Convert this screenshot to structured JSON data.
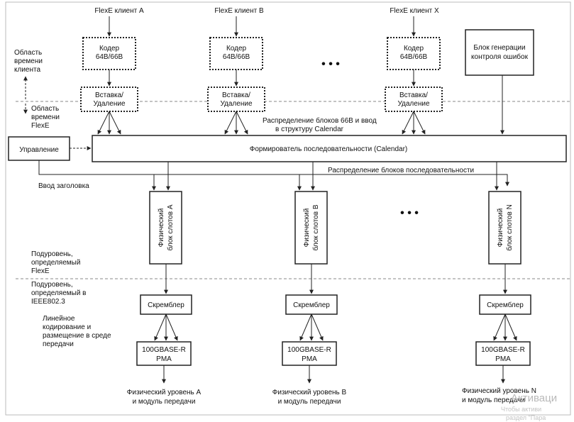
{
  "clients": {
    "a": "FlexE клиент A",
    "b": "FlexE клиент B",
    "x": "FlexE клиент X"
  },
  "encoder": {
    "line1": "Кодер",
    "line2": "64B/66B"
  },
  "insert": {
    "line1": "Вставка/",
    "line2": "Удаление"
  },
  "ellipsis": "• • •",
  "error_block": {
    "line1": "Блок генерации",
    "line2": "контроля ошибок"
  },
  "regions": {
    "client_time": [
      "Область",
      "времени",
      "клиента"
    ],
    "flexe_time": [
      "Область",
      "времени",
      "FlexE"
    ]
  },
  "distribution_66b": {
    "line1": "Распределение блоков 66B и ввод",
    "line2": "в структуру Calendar"
  },
  "control": "Управление",
  "calendar": "Формирователь последовательности (Calendar)",
  "sequence_distribution": "Распределение блоков последовательности",
  "header_input": "Ввод заголовка",
  "slot_blocks": {
    "a": [
      "Физический",
      "блок слотов А"
    ],
    "b": [
      "Физический",
      "блок слотов В"
    ],
    "n": [
      "Физический",
      "блок слотов N"
    ]
  },
  "sublayers": {
    "flexe": [
      "Подуровень,",
      "определяемый",
      "FlexE"
    ],
    "ieee": [
      "Подуровень,",
      "определяемый в",
      "IEEE802.3"
    ]
  },
  "line_coding": [
    "Линейное",
    "кодирование и",
    "размещение в среде",
    "передачи"
  ],
  "scrambler": "Скремблер",
  "pma": {
    "line1": "100GBASE-R",
    "line2": "PMA"
  },
  "phy": {
    "a": [
      "Физический уровень А",
      "и модуль передачи"
    ],
    "b": [
      "Физический уровень В",
      "и модуль передачи"
    ],
    "n": [
      "Физический уровень N",
      "и модуль передачи"
    ]
  },
  "watermark": {
    "line1": "Активаци",
    "line2": "Чтобы активи",
    "line3": "раздел \"Пара"
  }
}
